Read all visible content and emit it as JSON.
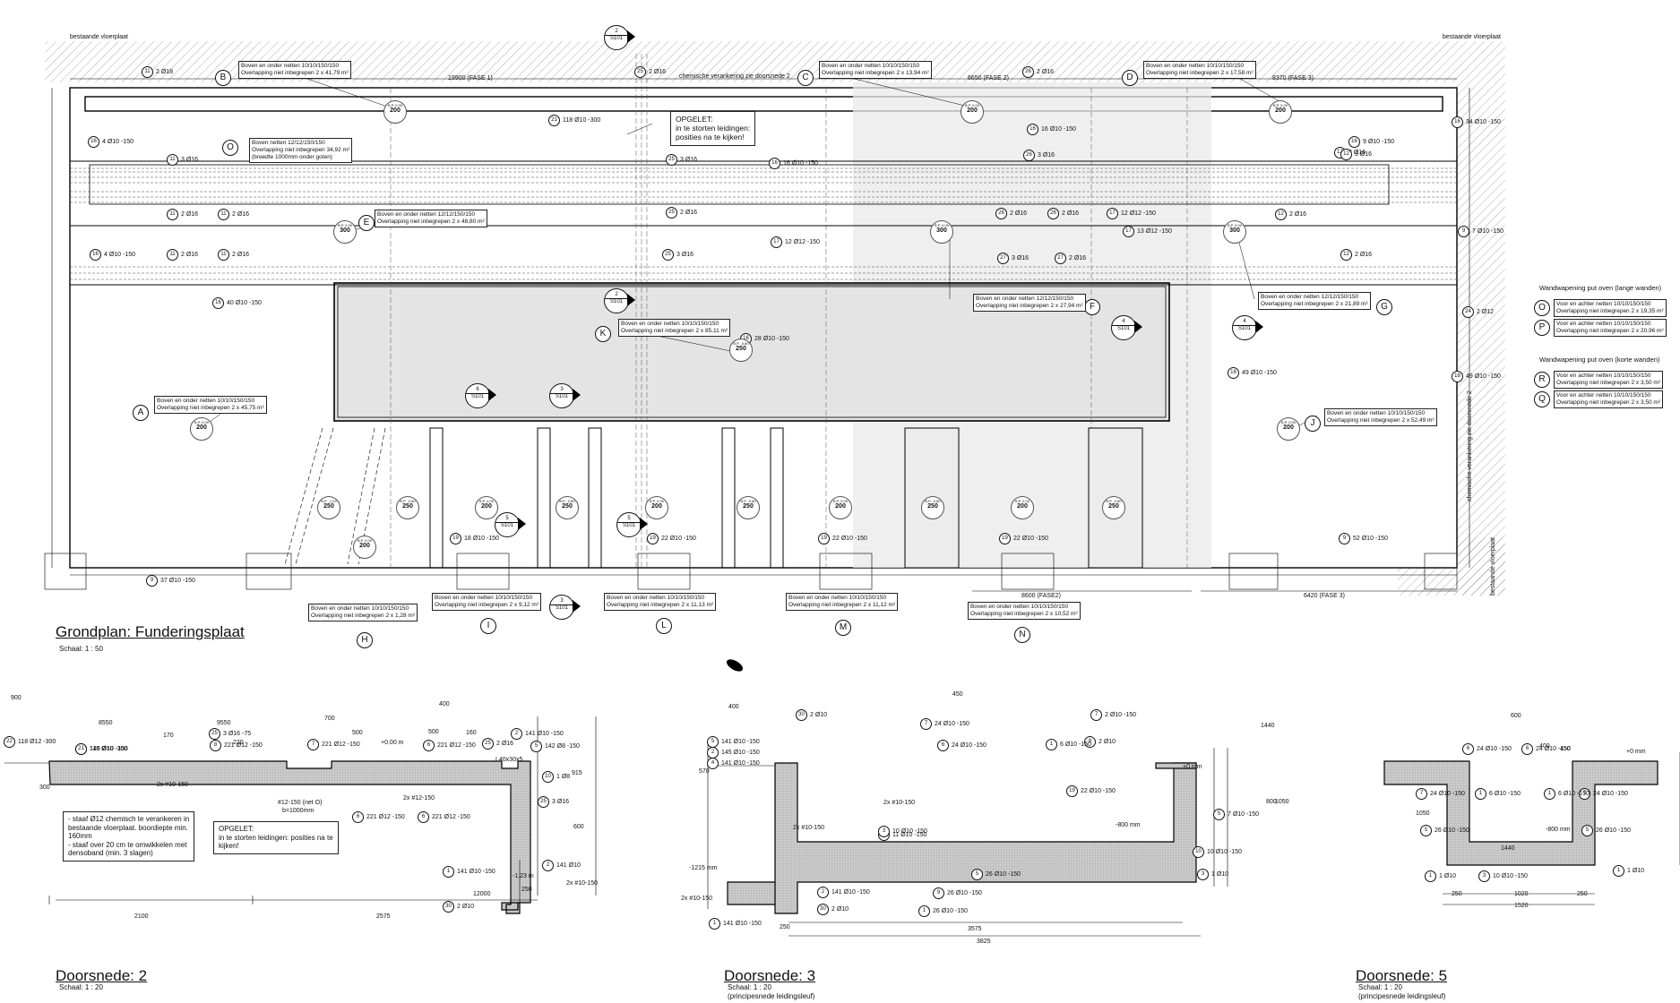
{
  "drawing": {
    "existing_slab_top_left": "bestaande vloerplaat",
    "existing_slab_top_right": "bestaande vloerplaat",
    "existing_slab_right": "bestaande vloerplaat",
    "chemical_anchor_top": "chemische verankering zie doorsnede 2",
    "chemical_anchor_right": "chemische verankering zie doorsnede 2",
    "phase_1": "19900 (FASE 1)",
    "phase_2_top": "6650 (FASE 2)",
    "phase_3_top": "8370 (FASE 3)",
    "phase_2_bottom": "8600 (FASE2)",
    "phase_3_bottom": "6420 (FASE 3)",
    "note_top": [
      "OPGELET:",
      "in te storten leidingen:",
      "posities na te kijken!"
    ]
  },
  "plan": {
    "title": "Grondplan: Funderingsplaat",
    "scale": "Schaal:  1 : 50"
  },
  "mesh_tags": [
    {
      "id": "B",
      "l1": "Boven en onder netten 10/10/150/150",
      "l2": "Overlapping niet inbegrepen 2 x 41,79 m²"
    },
    {
      "id": "C",
      "l1": "Boven en onder netten 10/10/150/150",
      "l2": "Overlapping niet inbegrepen 2 x 13,94 m²"
    },
    {
      "id": "D",
      "l1": "Boven en onder netten 10/10/150/150",
      "l2": "Overlapping niet inbegrepen 2 x 17,58 m²"
    },
    {
      "id": "O",
      "l1": "Boven netten 12/12/150/150",
      "l2": "Overlapping niet inbegrepen 34,92 m²",
      "l3": "(breedte 1000mm onder goten)"
    },
    {
      "id": "E",
      "l1": "Boven en onder netten 12/12/150/150",
      "l2": "Overlapping niet inbegrepen 2 x 48,80 m²"
    },
    {
      "id": "F",
      "l1": "Boven en onder netten 12/12/150/150",
      "l2": "Overlapping niet inbegrepen 2 x 27,94 m²"
    },
    {
      "id": "G",
      "l1": "Boven en onder netten 12/12/150/150",
      "l2": "Overlapping niet inbegrepen 2 x 21,89 m²"
    },
    {
      "id": "K",
      "l1": "Boven en onder netten 10/10/150/150",
      "l2": "Overlapping niet inbegrepen 2 x 85,11 m²"
    },
    {
      "id": "A",
      "l1": "Boven en onder netten 10/10/150/150",
      "l2": "Overlapping niet inbegrepen 2 x 45,75 m²"
    },
    {
      "id": "J",
      "l1": "Boven en onder netten 10/10/150/150",
      "l2": "Overlapping niet inbegrepen 2 x 52,49 m²"
    },
    {
      "id": "H",
      "l1": "Boven en onder netten 10/10/150/150",
      "l2": "Overlapping niet inbegrepen 2 x 1,28 m²"
    },
    {
      "id": "I",
      "l1": "Boven en onder netten 10/10/150/150",
      "l2": "Overlapping niet inbegrepen 2 x 9,12 m²"
    },
    {
      "id": "L",
      "l1": "Boven en onder netten 10/10/150/150",
      "l2": "Overlapping niet inbegrepen 2 x 11,13 m²"
    },
    {
      "id": "M",
      "l1": "Boven en onder netten 10/10/150/150",
      "l2": "Overlapping niet inbegrepen 2 x 11,12 m²"
    },
    {
      "id": "N",
      "l1": "Boven en onder netten 10/10/150/150",
      "l2": "Overlapping niet inbegrepen 2 x 10,52 m²"
    }
  ],
  "legend": {
    "long_title": "Wandwapening put oven (lange wanden)",
    "short_title": "Wandwapening put oven (korte wanden)",
    "items": [
      {
        "id": "O",
        "l1": "Voor en achter netten 10/10/150/150",
        "l2": "Overlapping niet inbegrepen 2 x 19,35 m²"
      },
      {
        "id": "P",
        "l1": "Voor en achter netten 10/10/150/150",
        "l2": "Overlapping niet inbegrepen 2 x 20,96 m²"
      },
      {
        "id": "R",
        "l1": "Voor en achter netten 10/10/150/150",
        "l2": "Overlapping niet inbegrepen 2 x 3,50 m²"
      },
      {
        "id": "Q",
        "l1": "Voor en achter netten 10/10/150/150",
        "l2": "Overlapping niet inbegrepen 2 x 3,50 m²"
      }
    ]
  },
  "bars": [
    {
      "n": "11",
      "t": "2 Ø18"
    },
    {
      "n": "25",
      "t": "2 Ø16"
    },
    {
      "n": "21",
      "t": "118 Ø10 -300"
    },
    {
      "n": "26",
      "t": "2 Ø16"
    },
    {
      "n": "16",
      "t": "4 Ø10 -150"
    },
    {
      "n": "11",
      "t": "3 Ø16"
    },
    {
      "n": "11",
      "t": "2 Ø16"
    },
    {
      "n": "11",
      "t": "2 Ø16"
    },
    {
      "n": "25",
      "t": "3 Ø16"
    },
    {
      "n": "16",
      "t": "16 Ø10 -150"
    },
    {
      "n": "26",
      "t": "3 Ø16"
    },
    {
      "n": "16",
      "t": "16 Ø10 -150"
    },
    {
      "n": "16",
      "t": "9 Ø10 -150"
    },
    {
      "n": "12",
      "t": "3 Ø16"
    },
    {
      "n": "25",
      "t": "2 Ø16"
    },
    {
      "n": "26",
      "t": "2 Ø16"
    },
    {
      "n": "26",
      "t": "2 Ø16"
    },
    {
      "n": "17",
      "t": "12 Ø12 -150"
    },
    {
      "n": "12",
      "t": "2 Ø16"
    },
    {
      "n": "17",
      "t": "13 Ø12 -150"
    },
    {
      "n": "17",
      "t": "12 Ø12 -150"
    },
    {
      "n": "16",
      "t": "4 Ø10 -150"
    },
    {
      "n": "11",
      "t": "2 Ø16"
    },
    {
      "n": "11",
      "t": "2 Ø16"
    },
    {
      "n": "25",
      "t": "3 Ø16"
    },
    {
      "n": "27",
      "t": "3 Ø16"
    },
    {
      "n": "27",
      "t": "2 Ø16"
    },
    {
      "n": "12",
      "t": "2 Ø16"
    },
    {
      "n": "12",
      "t": "3 Ø16"
    },
    {
      "n": "16",
      "t": "40 Ø10 -150"
    },
    {
      "n": "16",
      "t": "28 Ø10 -150"
    },
    {
      "n": "16",
      "t": "49 Ø10 -150"
    },
    {
      "n": "24",
      "t": "2 Ø12"
    },
    {
      "n": "19",
      "t": "18 Ø10 -150"
    },
    {
      "n": "19",
      "t": "22 Ø10 -150"
    },
    {
      "n": "19",
      "t": "22 Ø10 -150"
    },
    {
      "n": "19",
      "t": "22 Ø10 -150"
    },
    {
      "n": "9",
      "t": "52 Ø10 -150"
    },
    {
      "n": "9",
      "t": "37 Ø10 -150"
    },
    {
      "n": "9",
      "t": "7 Ø10 -150"
    },
    {
      "n": "16",
      "t": "34 Ø10 -150"
    },
    {
      "n": "18",
      "t": "49 Ø10 -150"
    }
  ],
  "section_markers": [
    {
      "n": "2",
      "s": "S101"
    },
    {
      "n": "2",
      "s": "S101"
    },
    {
      "n": "4",
      "s": "S101"
    },
    {
      "n": "4",
      "s": "S101"
    },
    {
      "n": "6",
      "s": "S101"
    },
    {
      "n": "3",
      "s": "S101"
    },
    {
      "n": "5",
      "s": "S101"
    },
    {
      "n": "5",
      "s": "S101"
    },
    {
      "n": "3",
      "s": "S101"
    }
  ],
  "positions": [
    {
      "v": "200",
      "s": "B.P. 0.00"
    },
    {
      "v": "200",
      "s": "B.P. 0.00"
    },
    {
      "v": "200",
      "s": "B.P. 0.00"
    },
    {
      "v": "300",
      "s": "B.P. 0.00"
    },
    {
      "v": "300",
      "s": "B.P. 0.00"
    },
    {
      "v": "300",
      "s": "B.P. 0.00"
    },
    {
      "v": "250",
      "s": "B.P. -1.23"
    },
    {
      "v": "200",
      "s": "B.P. 0.00"
    },
    {
      "v": "200",
      "s": "B.P. 0.00"
    },
    {
      "v": "250",
      "s": "B.P. -0.80"
    },
    {
      "v": "250",
      "s": "B.P. -0.80"
    },
    {
      "v": "200",
      "s": "B.P. 0.00"
    },
    {
      "v": "250",
      "s": "B.P. -0.80"
    },
    {
      "v": "200",
      "s": "B.P. 0.00"
    },
    {
      "v": "250",
      "s": "B.P. -0.80"
    },
    {
      "v": "200",
      "s": "B.P. 0.00"
    },
    {
      "v": "250",
      "s": "B.P. -0.80"
    },
    {
      "v": "200",
      "s": "B.P. 0.00"
    },
    {
      "v": "250",
      "s": "B.P. -0.80"
    },
    {
      "v": "200",
      "s": "B.P. 0.00"
    }
  ],
  "sections": [
    {
      "title": "Doorsnede: 2",
      "scale": "Schaal:  1 : 20",
      "sub": ""
    },
    {
      "title": "Doorsnede: 3",
      "scale": "Schaal:  1 : 20",
      "sub": "(principesnede leidingsleuf)"
    },
    {
      "title": "Doorsnede: 5",
      "scale": "Schaal:  1 : 20",
      "sub": "(principesnede leidingsleuf)"
    }
  ],
  "section2": {
    "bars": [
      {
        "n": "22",
        "t": "118 Ø12 -300"
      },
      {
        "n": "21",
        "t": "145 Ø10 -150"
      },
      {
        "n": "21",
        "t": "118 Ø10 -300"
      },
      {
        "n": "25",
        "t": "3 Ø16 -75"
      },
      {
        "n": "8",
        "t": "221 Ø12 -150"
      },
      {
        "n": "7",
        "t": "221 Ø12 -150"
      },
      {
        "n": "6",
        "t": "221 Ø12 -150"
      },
      {
        "n": "25",
        "t": "2 Ø16"
      },
      {
        "n": "2",
        "t": "141 Ø10 -150"
      },
      {
        "n": "5",
        "t": "142 Ø8 -150"
      },
      {
        "n": "10",
        "t": "1 Ø8"
      },
      {
        "n": "25",
        "t": "3 Ø16"
      },
      {
        "n": "6",
        "t": "221 Ø12 -150"
      },
      {
        "n": "6",
        "t": "221 Ø12 -150"
      },
      {
        "n": "2",
        "t": "141 Ø10"
      },
      {
        "n": "1",
        "t": "141 Ø10 -150"
      },
      {
        "n": "30",
        "t": "2 Ø10"
      }
    ],
    "note1": [
      "- staaf Ø12 chemisch te verankeren in",
      "bestaande vloerplaat. boordiepte min.",
      "160mm",
      "- staaf over 20 cm te omwikkelen met",
      "densoband (min. 3 slagen)"
    ],
    "note2": [
      "OPGELET:",
      "in te storten leidingen: posities na te",
      "kijken!"
    ],
    "anno": [
      "2x #10-150",
      "2x #12-150",
      "#12-150 (net O)",
      "b=1000mm",
      "+0.00 m",
      "L40x30x5",
      "-1.23 m",
      "2x #10-150"
    ],
    "dims": [
      "2100",
      "2575",
      "250",
      "12000",
      "8550",
      "9550",
      "700",
      "500",
      "400",
      "160",
      "300",
      "915",
      "600",
      "500",
      "220",
      "170",
      "900"
    ]
  },
  "section3": {
    "bars": [
      {
        "n": "30",
        "t": "2 Ø10"
      },
      {
        "n": "5",
        "t": "141 Ø10 -150"
      },
      {
        "n": "2",
        "t": "145 Ø10 -150"
      },
      {
        "n": "4",
        "t": "141 Ø10 -150"
      },
      {
        "n": "7",
        "t": "24 Ø10 -150"
      },
      {
        "n": "6",
        "t": "24 Ø10 -150"
      },
      {
        "n": "8",
        "t": "2 Ø10"
      },
      {
        "n": "7",
        "t": "2 Ø10 -150"
      },
      {
        "n": "1",
        "t": "6 Ø10 -150"
      },
      {
        "n": "19",
        "t": "22 Ø10 -150"
      },
      {
        "n": "5",
        "t": "7 Ø10 -150"
      },
      {
        "n": "3",
        "t": "11 Ø10 -150"
      },
      {
        "n": "3",
        "t": "10 Ø10 -150"
      },
      {
        "n": "10",
        "t": "10 Ø10 -150"
      },
      {
        "n": "3",
        "t": "1 Ø10"
      },
      {
        "n": "5",
        "t": "26 Ø10 -150"
      },
      {
        "n": "2",
        "t": "141 Ø10 -150"
      },
      {
        "n": "9",
        "t": "26 Ø10 -150"
      },
      {
        "n": "30",
        "t": "2 Ø10"
      },
      {
        "n": "1",
        "t": "26 Ø10 -150"
      },
      {
        "n": "1",
        "t": "141 Ø10 -150"
      }
    ],
    "anno": [
      "2x #10-150",
      "2x #10-150",
      "2x #10-150",
      "+0 mm",
      "-800 mm",
      "-1215 mm"
    ],
    "dims": [
      "3575",
      "3825",
      "250",
      "400",
      "450",
      "570",
      "1440",
      "1050",
      "800"
    ]
  },
  "section5": {
    "bars": [
      {
        "n": "6",
        "t": "24 Ø10 -150"
      },
      {
        "n": "6",
        "t": "24 Ø10 -150"
      },
      {
        "n": "7",
        "t": "24 Ø10 -150"
      },
      {
        "n": "7",
        "t": "24 Ø10 -150"
      },
      {
        "n": "5",
        "t": "26 Ø10 -150"
      },
      {
        "n": "5",
        "t": "26 Ø10 -150"
      },
      {
        "n": "1",
        "t": "1 Ø10"
      },
      {
        "n": "3",
        "t": "10 Ø10 -150"
      },
      {
        "n": "1",
        "t": "1 Ø10"
      },
      {
        "n": "1",
        "t": "6 Ø10 -150"
      },
      {
        "n": "1",
        "t": "6 Ø10 -150"
      }
    ],
    "anno": [
      "+0 mm",
      "-800 mm"
    ],
    "dims": [
      "600",
      "400",
      "450",
      "250",
      "1020",
      "250",
      "1520",
      "1440",
      "1050"
    ]
  }
}
